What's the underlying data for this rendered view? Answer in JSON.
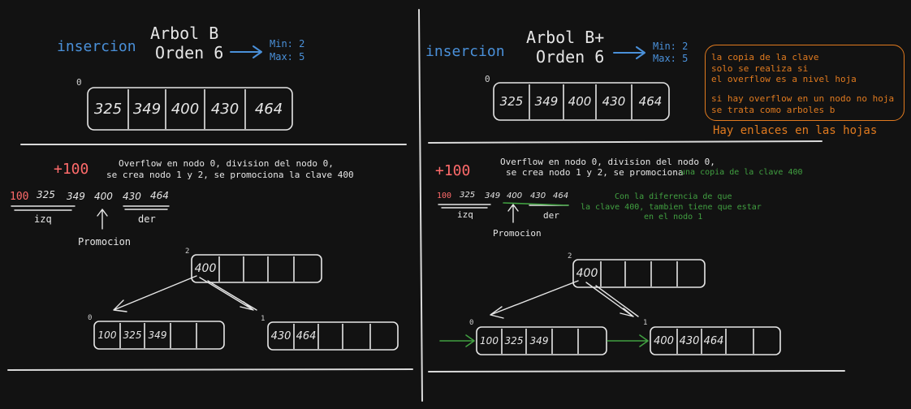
{
  "left": {
    "insercion": "insercion",
    "title_line1": "Arbol B",
    "title_line2": "Orden 6",
    "min": "Min: 2",
    "max": "Max: 5",
    "node_index": "0",
    "node_keys": [
      "325",
      "349",
      "400",
      "430",
      "464"
    ],
    "plus": "+100",
    "overflow_line1": "Overflow en nodo 0, division del nodo 0,",
    "overflow_line2": "se crea nodo 1 y 2, se promociona la clave 400",
    "seq_first": "100",
    "seq_rest": [
      "325",
      "349",
      "400",
      "430",
      "464"
    ],
    "izq": "izq",
    "der": "der",
    "promocion": "Promocion",
    "root_index": "2",
    "root_key": "400",
    "left_index": "0",
    "left_keys": [
      "100",
      "325",
      "349"
    ],
    "right_index": "1",
    "right_keys": [
      "430",
      "464"
    ]
  },
  "right": {
    "insercion": "insercion",
    "title_line1": "Arbol B+",
    "title_line2": "Orden 6",
    "min": "Min: 2",
    "max": "Max: 5",
    "node_index": "0",
    "node_keys": [
      "325",
      "349",
      "400",
      "430",
      "464"
    ],
    "note_lines": [
      "la copia de la clave",
      "solo se realiza si",
      "el overflow es a nivel hoja",
      "",
      "si hay overflow en un nodo no hoja",
      "se trata como arboles b"
    ],
    "links_note": "Hay enlaces en las hojas",
    "plus": "+100",
    "overflow_line1": "Overflow en nodo 0, division del nodo 0,",
    "overflow_line2": "se crea nodo 1 y 2, se promociona",
    "overflow_copy": "una copia de la clave 400",
    "seq_first": "100",
    "seq_rest": [
      "325",
      "349",
      "400",
      "430",
      "464"
    ],
    "izq": "izq",
    "der": "der",
    "promocion": "Promocion",
    "diff_lines": [
      "Con la diferencia de que",
      "la clave 400, tambien tiene que estar",
      "en el nodo 1"
    ],
    "root_index": "2",
    "root_key": "400",
    "left_index": "0",
    "left_keys": [
      "100",
      "325",
      "349"
    ],
    "right_index": "1",
    "right_keys": [
      "400",
      "430",
      "464"
    ]
  },
  "colors": {
    "blue": "#4a90d9",
    "red": "#ff6b6b",
    "green": "#41a041",
    "orange": "#e07a1f",
    "stroke": "#e6e6e6"
  }
}
